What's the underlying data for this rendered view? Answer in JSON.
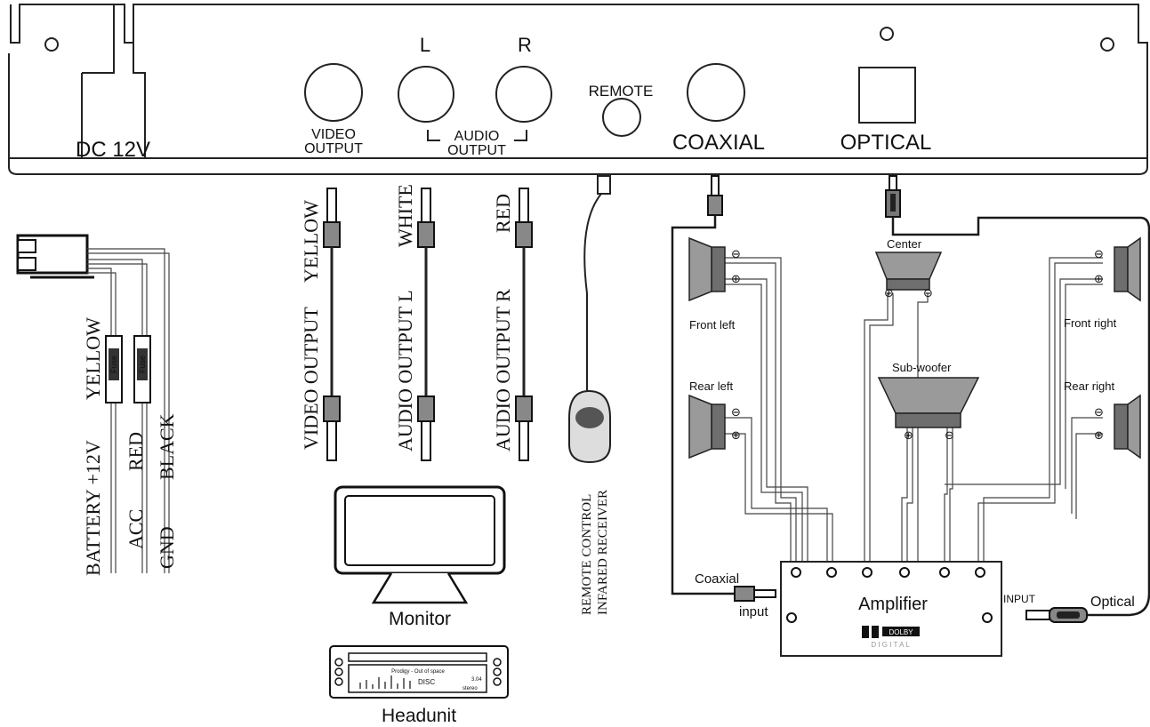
{
  "panel": {
    "dc": "DC 12V",
    "video_output": [
      "VIDEO",
      "OUTPUT"
    ],
    "audio_l": "L",
    "audio_r": "R",
    "audio_output": [
      "AUDIO",
      "OUTPUT"
    ],
    "remote": "REMOTE",
    "coaxial": "COAXIAL",
    "optical": "OPTICAL"
  },
  "power": {
    "battery": "BATTERY +12V",
    "yellow": "YELLOW",
    "acc": "ACC",
    "red": "RED",
    "gnd": "GND",
    "black": "BLACK",
    "fuse": "Fuse"
  },
  "cables": {
    "video_color": "YELLOW",
    "video_label": "VIDEO OUTPUT",
    "audio_l_color": "WHITE",
    "audio_l_label": "AUDIO OUTPUT L",
    "audio_r_color": "RED",
    "audio_r_label": "AUDIO OUTPUT R"
  },
  "remote_receiver": [
    "REMOTE CONTROL",
    "INFARED RECEIVER"
  ],
  "monitor": "Monitor",
  "headunit": {
    "label": "Headunit",
    "track": "Prodigy - Out of space",
    "time": "3.04",
    "disc": "DISC",
    "mode": "stereo"
  },
  "speakers": {
    "front_left": "Front left",
    "rear_left": "Rear left",
    "center": "Center",
    "subwoofer": "Sub-woofer",
    "front_right": "Front right",
    "rear_right": "Rear right"
  },
  "amplifier": {
    "label": "Amplifier",
    "coaxial_input": [
      "Coaxial",
      "input"
    ],
    "input": "INPUT",
    "optical": "Optical",
    "dolby": "DOLBY",
    "digital": "D I G I T A L"
  }
}
